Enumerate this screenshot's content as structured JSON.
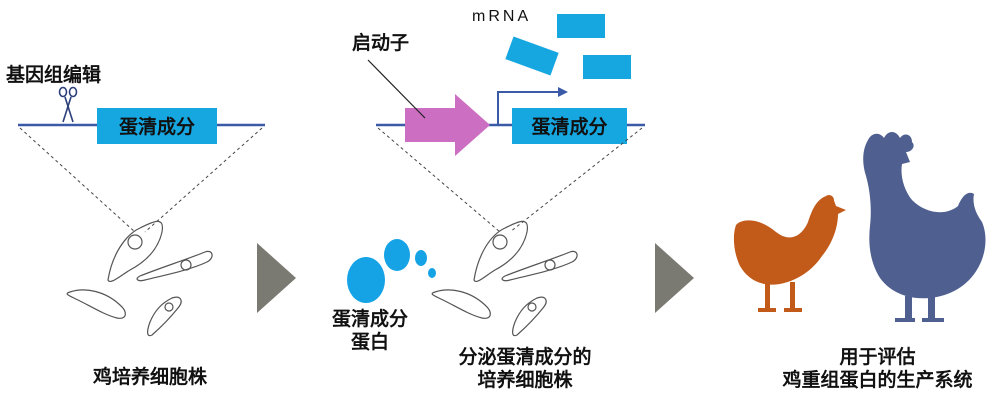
{
  "panel1": {
    "gene_editing_label": "基因组编辑",
    "gene_box_label": "蛋清成分",
    "bottom_label": "鸡培养细胞株"
  },
  "panel2": {
    "promoter_label": "启动子",
    "mrna_label": "mRNA",
    "gene_box_label": "蛋清成分",
    "protein_label_line1": "蛋清成分",
    "protein_label_line2": "蛋白",
    "bottom_label_line1": "分泌蛋清成分的",
    "bottom_label_line2": "培养细胞株"
  },
  "panel3": {
    "label_line1": "用于评估",
    "label_line2": "鸡重组蛋白的生产系统"
  },
  "colors": {
    "gene_box": "#16a6e0",
    "dna_line": "#3a5aa8",
    "promoter": "#cc6ec2",
    "arrow_gray": "#7a7a72",
    "hen": "#c25a1a",
    "rooster": "#4f5f8f",
    "protein_blob": "#15a3e6"
  }
}
